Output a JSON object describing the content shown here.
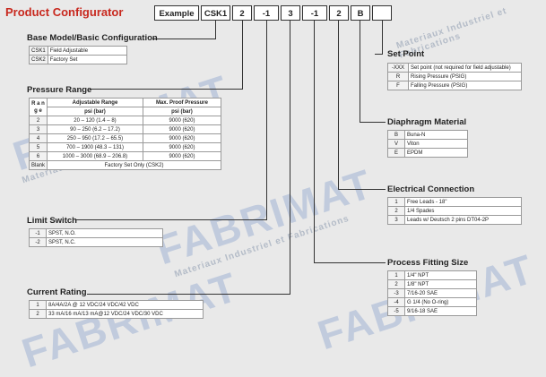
{
  "title": "Product Configurator",
  "code": {
    "example": "Example",
    "parts": [
      "CSK1",
      "2",
      "-1",
      "3",
      "-1",
      "2",
      "B"
    ]
  },
  "base": {
    "heading": "Base Model/Basic Configuration",
    "rows": [
      {
        "code": "CSK1",
        "desc": "Field Adjustable"
      },
      {
        "code": "CSK2",
        "desc": "Factory Set"
      }
    ]
  },
  "pressure": {
    "heading": "Pressure Range",
    "col_range": "R a n g e",
    "col_adj": "Adjustable Range",
    "col_adj_unit": "psi (bar)",
    "col_proof": "Max. Proof Pressure",
    "col_proof_unit": "psi (bar)",
    "rows": [
      {
        "code": "2",
        "adj": "20 – 120 (1.4 – 8)",
        "proof": "9000 (620)"
      },
      {
        "code": "3",
        "adj": "90 – 250 (6.2 – 17.2)",
        "proof": "9000 (620)"
      },
      {
        "code": "4",
        "adj": "250 – 950 (17.2 – 65.5)",
        "proof": "9000 (620)"
      },
      {
        "code": "5",
        "adj": "700 – 1900 (48.3 – 131)",
        "proof": "9000 (620)"
      },
      {
        "code": "6",
        "adj": "1000 – 3000 (68.9 – 206.8)",
        "proof": "9000 (620)"
      }
    ],
    "blank_code": "Blank",
    "blank_desc": "Factory Set Only (CSK2)"
  },
  "limit": {
    "heading": "Limit Switch",
    "rows": [
      {
        "code": "-1",
        "desc": "SPST, N.O."
      },
      {
        "code": "-2",
        "desc": "SPST, N.C."
      }
    ]
  },
  "current": {
    "heading": "Current Rating",
    "rows": [
      {
        "code": "1",
        "desc": "8A/4A/2A @ 12 VDC/24 VDC/42 VDC"
      },
      {
        "code": "2",
        "desc": "33 mA/16 mA/13 mA@12 VDC/24 VDC/30 VDC"
      }
    ]
  },
  "setpoint": {
    "heading": "Set Point",
    "rows": [
      {
        "code": "-XXX",
        "desc": "Set point (not required for field adjustable)"
      },
      {
        "code": "R",
        "desc": "Rising Pressure (PSIG)"
      },
      {
        "code": "F",
        "desc": "Falling Pressure (PSIG)"
      }
    ]
  },
  "diaphragm": {
    "heading": "Diaphragm Material",
    "rows": [
      {
        "code": "B",
        "desc": "Buna-N"
      },
      {
        "code": "V",
        "desc": "Viton"
      },
      {
        "code": "E",
        "desc": "EPDM"
      }
    ]
  },
  "electrical": {
    "heading": "Electrical Connection",
    "rows": [
      {
        "code": "1",
        "desc": "Free Leads - 18\""
      },
      {
        "code": "2",
        "desc": "1/4 Spades"
      },
      {
        "code": "3",
        "desc": "Leads w/ Deutsch 2 pins DT04-2P"
      }
    ]
  },
  "fitting": {
    "heading": "Process Fitting Size",
    "rows": [
      {
        "code": "1",
        "desc": "1/4\" NPT"
      },
      {
        "code": "2",
        "desc": "1/8\" NPT"
      },
      {
        "code": "-3",
        "desc": "7/16-20 SAE"
      },
      {
        "code": "-4",
        "desc": "G 1/4 (No O-ring)"
      },
      {
        "code": "-5",
        "desc": "9/16-18 SAE"
      }
    ]
  },
  "watermark": {
    "brand": "FABRIMAT",
    "tagline": "Materiaux Industriel et Fabrications"
  },
  "colors": {
    "title": "#c8281e",
    "watermark": "#7896c8"
  }
}
